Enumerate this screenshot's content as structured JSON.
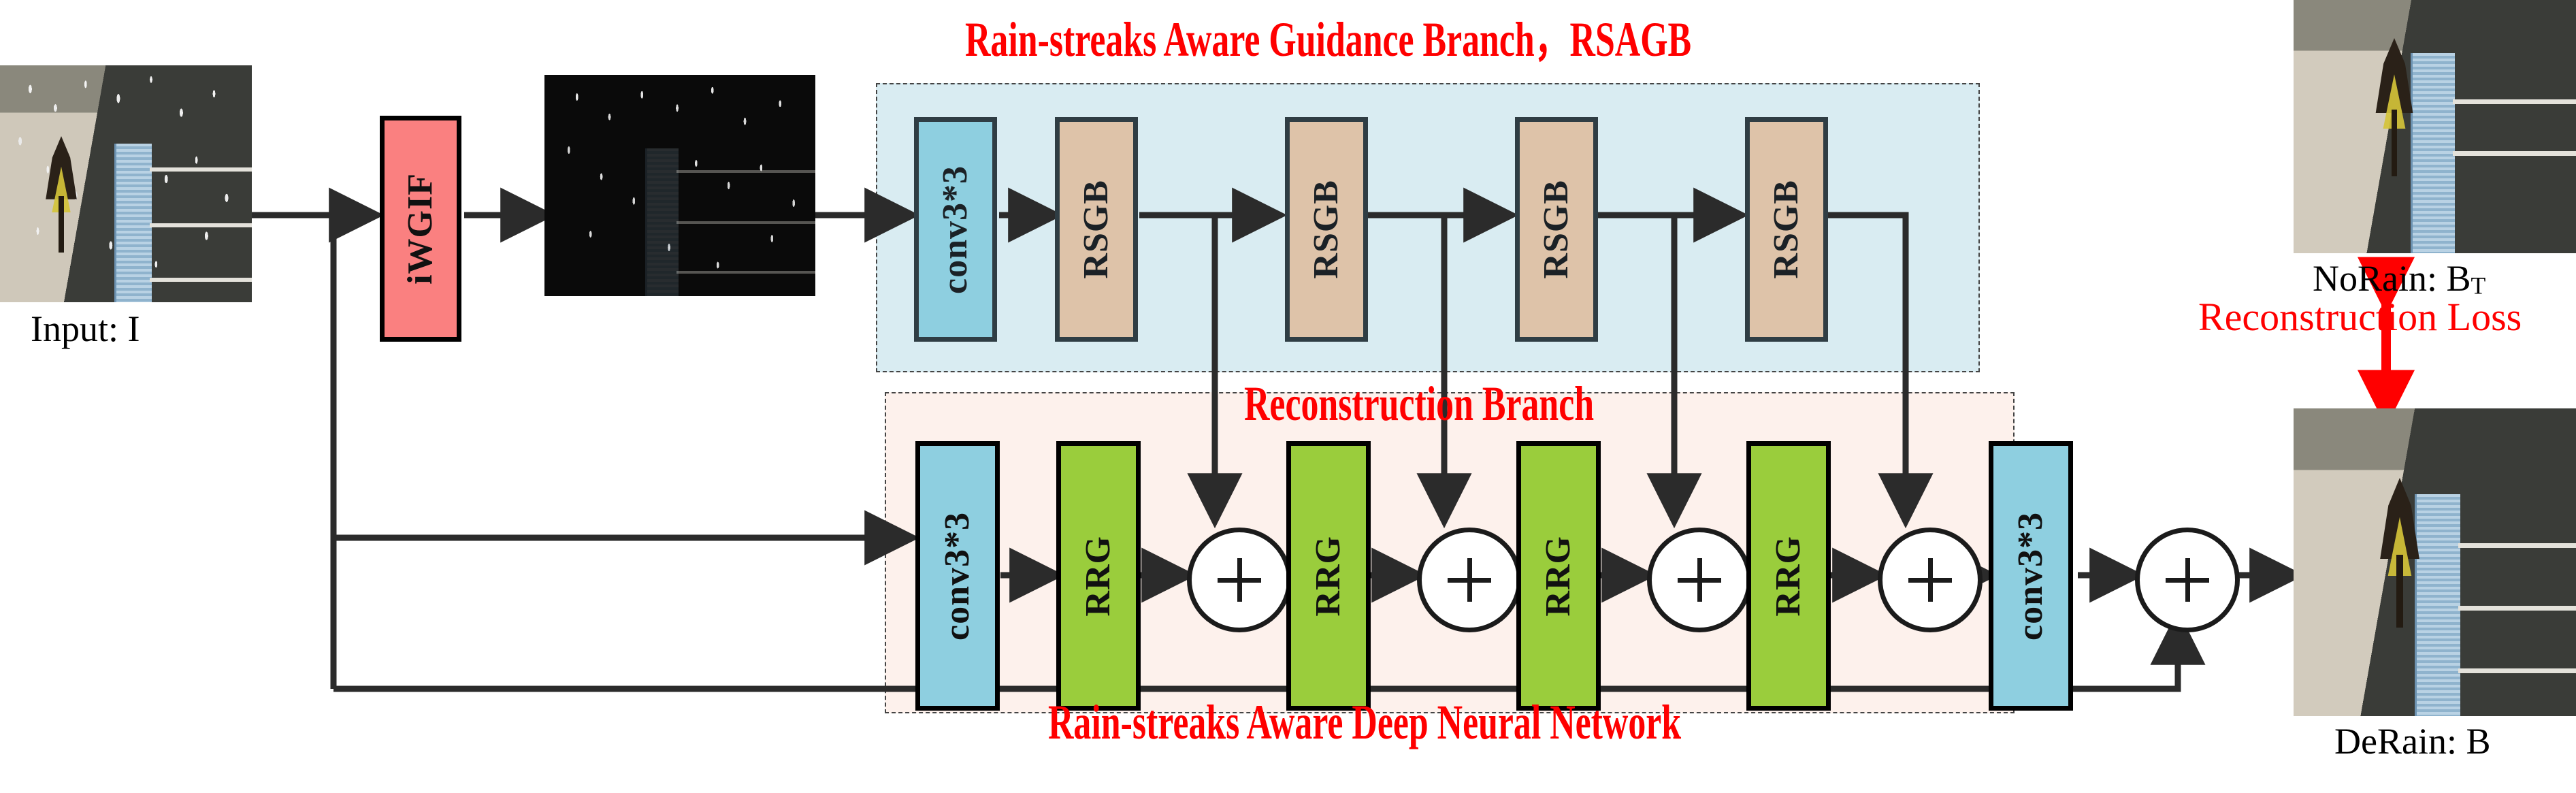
{
  "figure": {
    "titles": {
      "rsagb": "Rain-streaks Aware Guidance Branch，RSAGB",
      "reconstruction": "Reconstruction Branch",
      "network": "Rain-streaks Aware Deep Neural Network",
      "loss": "Reconstruction Loss"
    },
    "image_labels": {
      "input": "Input: I",
      "norain_prefix": "NoRain: B",
      "norain_subscript": "T",
      "derain": "DeRain: B"
    },
    "preprocess": {
      "block": "iWGIF"
    },
    "guidance_branch": {
      "name": "RSAGB",
      "blocks": [
        {
          "id": "g-conv-in",
          "label": "conv3*3",
          "kind": "conv"
        },
        {
          "id": "g-rsgb-1",
          "label": "RSGB",
          "kind": "rsgb"
        },
        {
          "id": "g-rsgb-2",
          "label": "RSGB",
          "kind": "rsgb"
        },
        {
          "id": "g-rsgb-3",
          "label": "RSGB",
          "kind": "rsgb"
        },
        {
          "id": "g-rsgb-4",
          "label": "RSGB",
          "kind": "rsgb"
        }
      ]
    },
    "reconstruction_branch": {
      "name": "Reconstruction Branch",
      "blocks": [
        {
          "id": "r-conv-in",
          "label": "conv3*3",
          "kind": "conv"
        },
        {
          "id": "r-rrg-1",
          "label": "RRG",
          "kind": "rrg"
        },
        {
          "id": "r-add-1",
          "label": "+",
          "kind": "add"
        },
        {
          "id": "r-rrg-2",
          "label": "RRG",
          "kind": "rrg"
        },
        {
          "id": "r-add-2",
          "label": "+",
          "kind": "add"
        },
        {
          "id": "r-rrg-3",
          "label": "RRG",
          "kind": "rrg"
        },
        {
          "id": "r-add-3",
          "label": "+",
          "kind": "add"
        },
        {
          "id": "r-rrg-4",
          "label": "RRG",
          "kind": "rrg"
        },
        {
          "id": "r-add-4",
          "label": "+",
          "kind": "add"
        },
        {
          "id": "r-conv-out",
          "label": "conv3*3",
          "kind": "conv"
        }
      ],
      "output_add": {
        "id": "r-add-out",
        "label": "+"
      }
    },
    "colors": {
      "conv_fill": "#8ecfe0",
      "rsgb_fill": "#dec3a9",
      "rrg_fill": "#9acd3c",
      "iwgif_fill": "#fa8080",
      "guidance_bg": "#d9ecf2",
      "reconstruction_bg": "#fdf1ec",
      "annotation_red": "#ff0000",
      "wire": "#2b2b2b"
    }
  }
}
